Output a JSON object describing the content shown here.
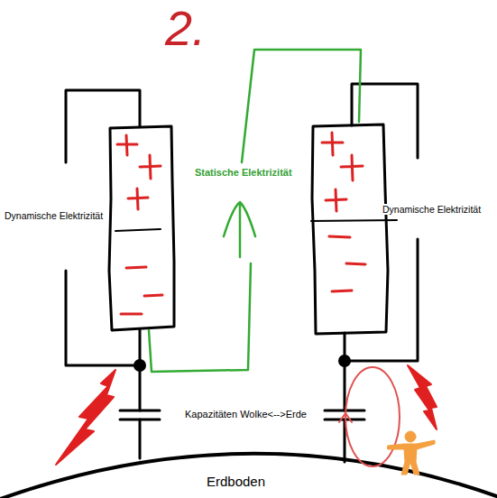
{
  "diagram": {
    "labels": [
      "2.",
      "Statische Elektrizität",
      "Dynamische Elektrizität",
      "Dynamische Elektrizität",
      "Kapazitäten Wolke<-->Erde",
      "Erdboden"
    ]
  }
}
